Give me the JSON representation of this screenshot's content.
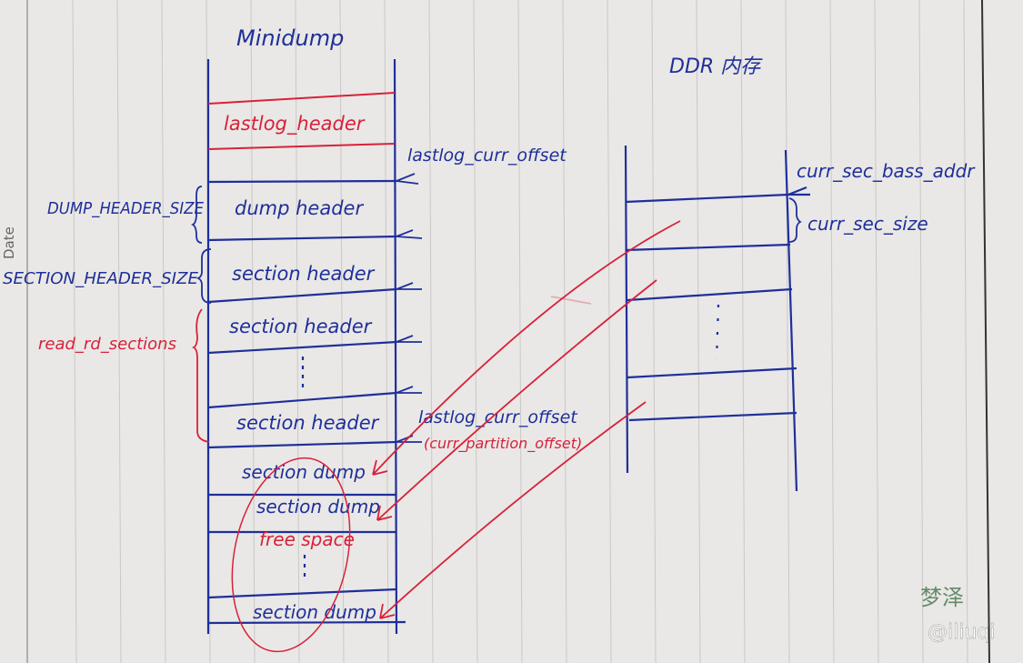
{
  "paper": {
    "date_label": "Date"
  },
  "minidump": {
    "title": "Minidump",
    "blocks": {
      "lastlog_header": "lastlog_header",
      "dump_header": "dump header",
      "section_header_1": "section header",
      "section_header_2": "section header",
      "section_header_3": "section header",
      "section_dump_1": "section dump",
      "section_dump_2": "section dump",
      "free_space": "free space",
      "section_dump_3": "section dump"
    },
    "left_labels": {
      "dump_header_size": "DUMP_HEADER_SIZE",
      "section_header_size": "SECTION_HEADER_SIZE",
      "read_rd_sections": "read_rd_sections"
    },
    "right_labels": {
      "lastlog_curr_offset_top": "lastlog_curr_offset",
      "lastlog_curr_offset_bottom": "lastlog_curr_offset",
      "curr_partition_offset": "(curr_partition_offset)"
    }
  },
  "ddr": {
    "title": "DDR 内存",
    "labels": {
      "curr_sec_base_addr": "curr_sec_bass_addr",
      "curr_sec_size": "curr_sec_size"
    }
  },
  "watermark": {
    "logo": "梦泽",
    "handle": "@iliuqi"
  },
  "colors": {
    "blue": "#1f2f9a",
    "red": "#d8213a",
    "paper": "#e9e8e6"
  }
}
